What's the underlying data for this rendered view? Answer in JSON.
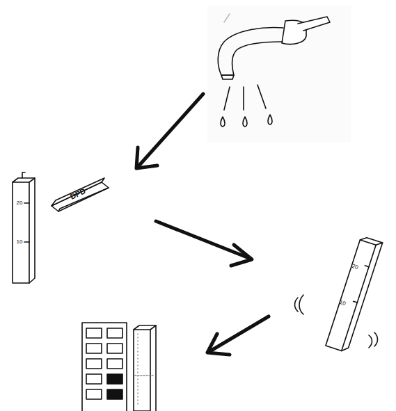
{
  "diagram": {
    "labels": [
      "DPD",
      "20",
      "10",
      "20",
      "10"
    ]
  }
}
